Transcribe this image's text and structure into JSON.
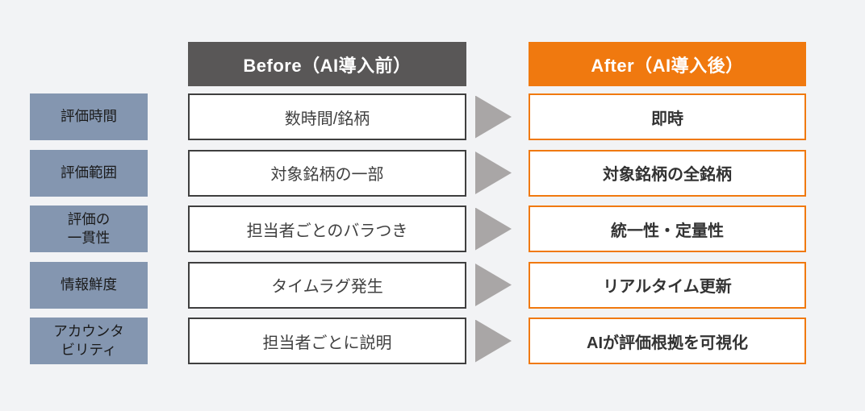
{
  "headers": {
    "before_label": "Before（AI導入前）",
    "after_label": "After（AI導入後）"
  },
  "rows": [
    {
      "category": "評価時間",
      "before": "数時間/銘柄",
      "after": "即時"
    },
    {
      "category": "評価範囲",
      "before": "対象銘柄の一部",
      "after": "対象銘柄の全銘柄"
    },
    {
      "category": "評価の\n一貫性",
      "before": "担当者ごとのバラつき",
      "after": "統一性・定量性"
    },
    {
      "category": "情報鮮度",
      "before": "タイムラグ発生",
      "after": "リアルタイム更新"
    },
    {
      "category": "アカウンタ\nビリティ",
      "before": "担当者ごとに説明",
      "after": "AIが評価根拠を可視化"
    }
  ],
  "colors": {
    "background": "#F2F3F5",
    "before_header_bg": "#595757",
    "after_accent": "#F0790F",
    "category_bg": "#8496B0",
    "arrow": "#A9A6A6",
    "before_border": "#3F3F3F",
    "before_text": "#404040",
    "after_text": "#333333",
    "category_text": "#1A1A1A"
  }
}
